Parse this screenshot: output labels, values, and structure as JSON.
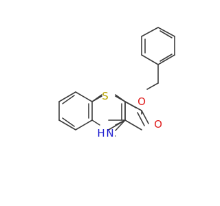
{
  "molecule": {
    "atoms": {
      "sulfur": {
        "text": "S",
        "color": "#b8a400"
      },
      "oxygen_ester": {
        "text": "O",
        "color": "#e02020"
      },
      "oxygen_carbonyl": {
        "text": "O",
        "color": "#e02020"
      },
      "nitrogen": {
        "text": "N",
        "color": "#2020d0"
      },
      "nitrogen_h": {
        "text": "H",
        "color": "#2020d0"
      }
    },
    "bond_color": "#3c3c3c"
  }
}
